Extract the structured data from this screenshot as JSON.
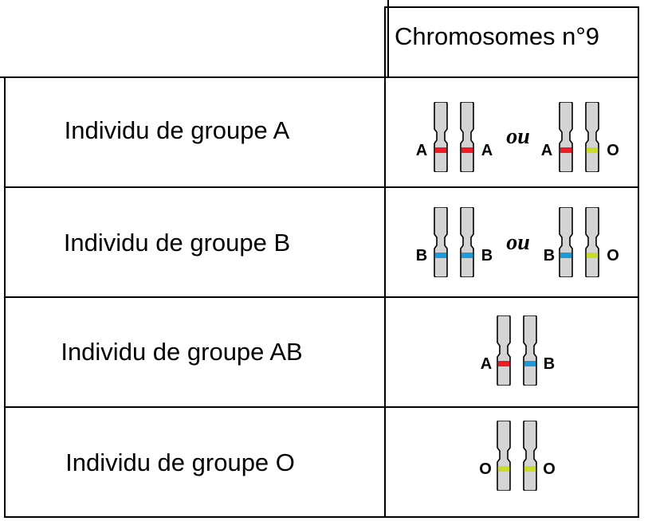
{
  "header": {
    "title": "Chromosomes n°9"
  },
  "separator": "ou",
  "rows": [
    {
      "label": "Individu de groupe A",
      "genotypes": [
        {
          "alleles": [
            "A",
            "A"
          ]
        },
        {
          "alleles": [
            "A",
            "O"
          ]
        }
      ]
    },
    {
      "label": "Individu de groupe B",
      "genotypes": [
        {
          "alleles": [
            "B",
            "B"
          ]
        },
        {
          "alleles": [
            "B",
            "O"
          ]
        }
      ]
    },
    {
      "label": "Individu de groupe AB",
      "genotypes": [
        {
          "alleles": [
            "A",
            "B"
          ]
        }
      ]
    },
    {
      "label": "Individu de groupe O",
      "genotypes": [
        {
          "alleles": [
            "O",
            "O"
          ]
        }
      ]
    }
  ],
  "allele_colors": {
    "A": "#ee1c24",
    "B": "#1e9ad8",
    "O": "#c8dc28"
  },
  "chromosome_color": "#d4d4d4"
}
